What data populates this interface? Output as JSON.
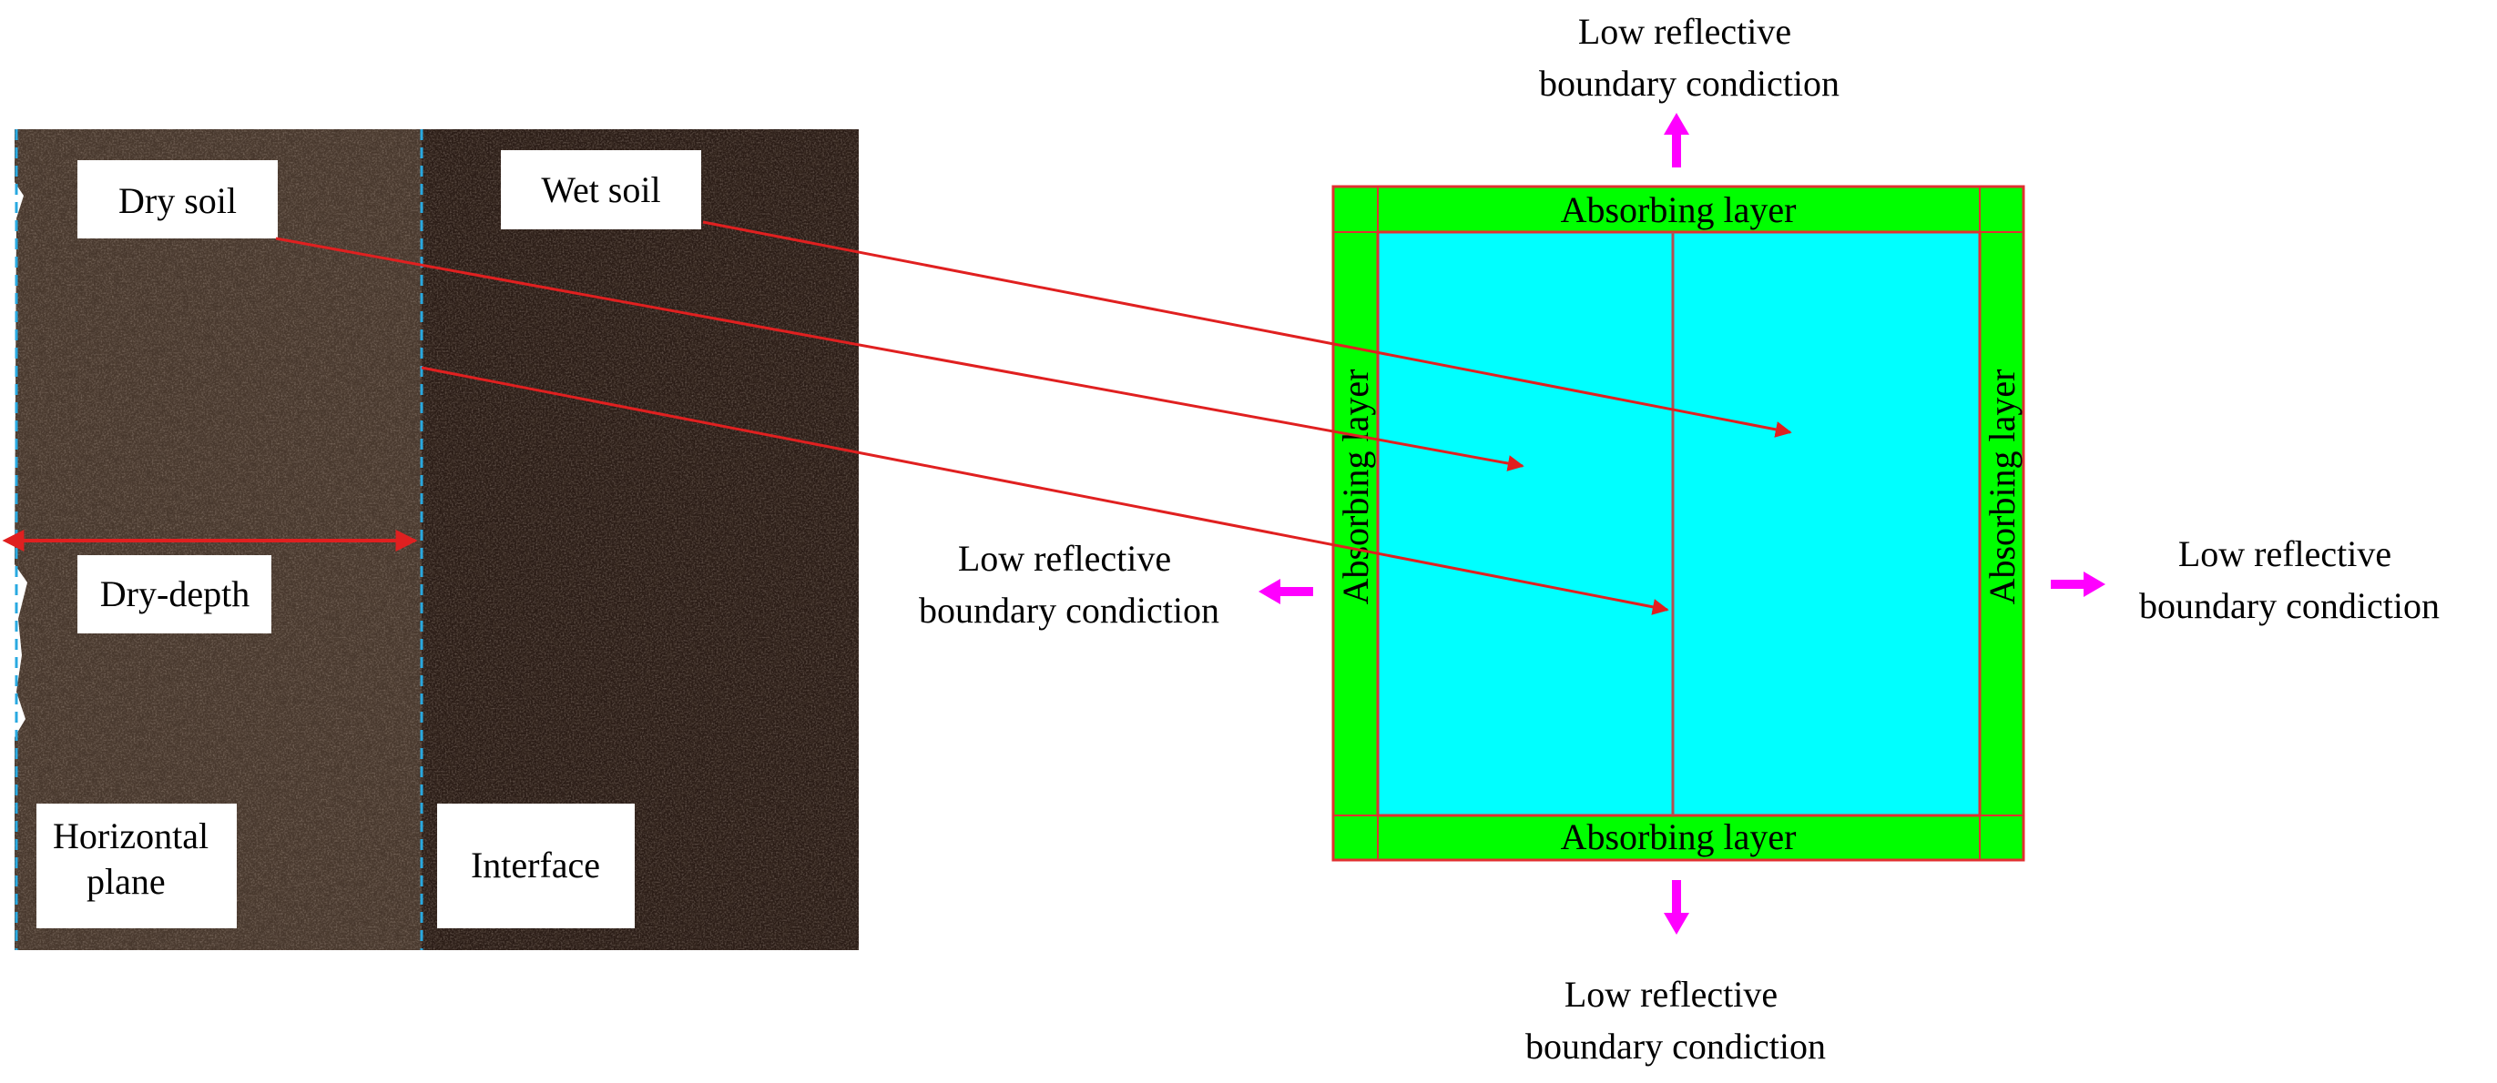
{
  "photo_labels": {
    "dry_soil": "Dry soil",
    "wet_soil": "Wet soil",
    "dry_depth": "Dry-depth",
    "horizontal_plane": [
      "Horizontal",
      "plane"
    ],
    "interface": "Interface"
  },
  "model": {
    "top_layer": "Absorbing layer",
    "bottom_layer": "Absorbing layer",
    "left_layer": "Absorbing layer",
    "right_layer": "Absorbing layer"
  },
  "boundary": {
    "top": [
      "Low reflective",
      "boundary condiction"
    ],
    "bottom": [
      "Low reflective",
      "boundary condiction"
    ],
    "left": [
      "Low reflective",
      "boundary condiction"
    ],
    "right": [
      "Low reflective",
      "boundary condiction"
    ]
  },
  "colors": {
    "soil_dry": "#4a3a2f",
    "soil_wet": "#2a1c16",
    "dashed_line": "#29a9e0",
    "red_arrow": "#e02020",
    "absorbing_green": "#00ff00",
    "domain_cyan": "#00ffff",
    "border_red": "#e03030",
    "magenta_arrow": "#ff00ff"
  }
}
